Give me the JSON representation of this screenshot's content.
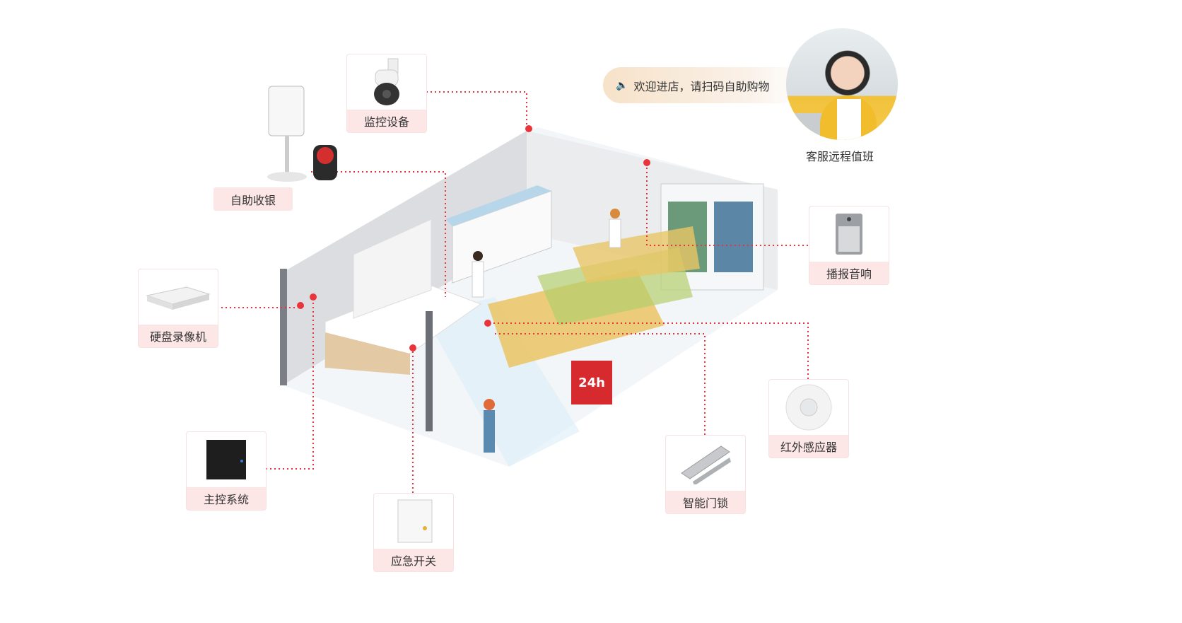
{
  "colors": {
    "accent": "#e8343a",
    "label_bg": "#fde6e6"
  },
  "bubble": {
    "icon": "speaker-icon",
    "text": "欢迎进店，请扫码自助购物"
  },
  "service": {
    "label": "客服远程值班"
  },
  "devices": {
    "camera": "监控设备",
    "checkout": "自助收银",
    "nvr": "硬盘录像机",
    "controller": "主控系统",
    "emergency": "应急开关",
    "lock": "智能门锁",
    "infrared": "红外感应器",
    "speaker": "播报音响"
  },
  "store": {
    "sign": "24h"
  }
}
